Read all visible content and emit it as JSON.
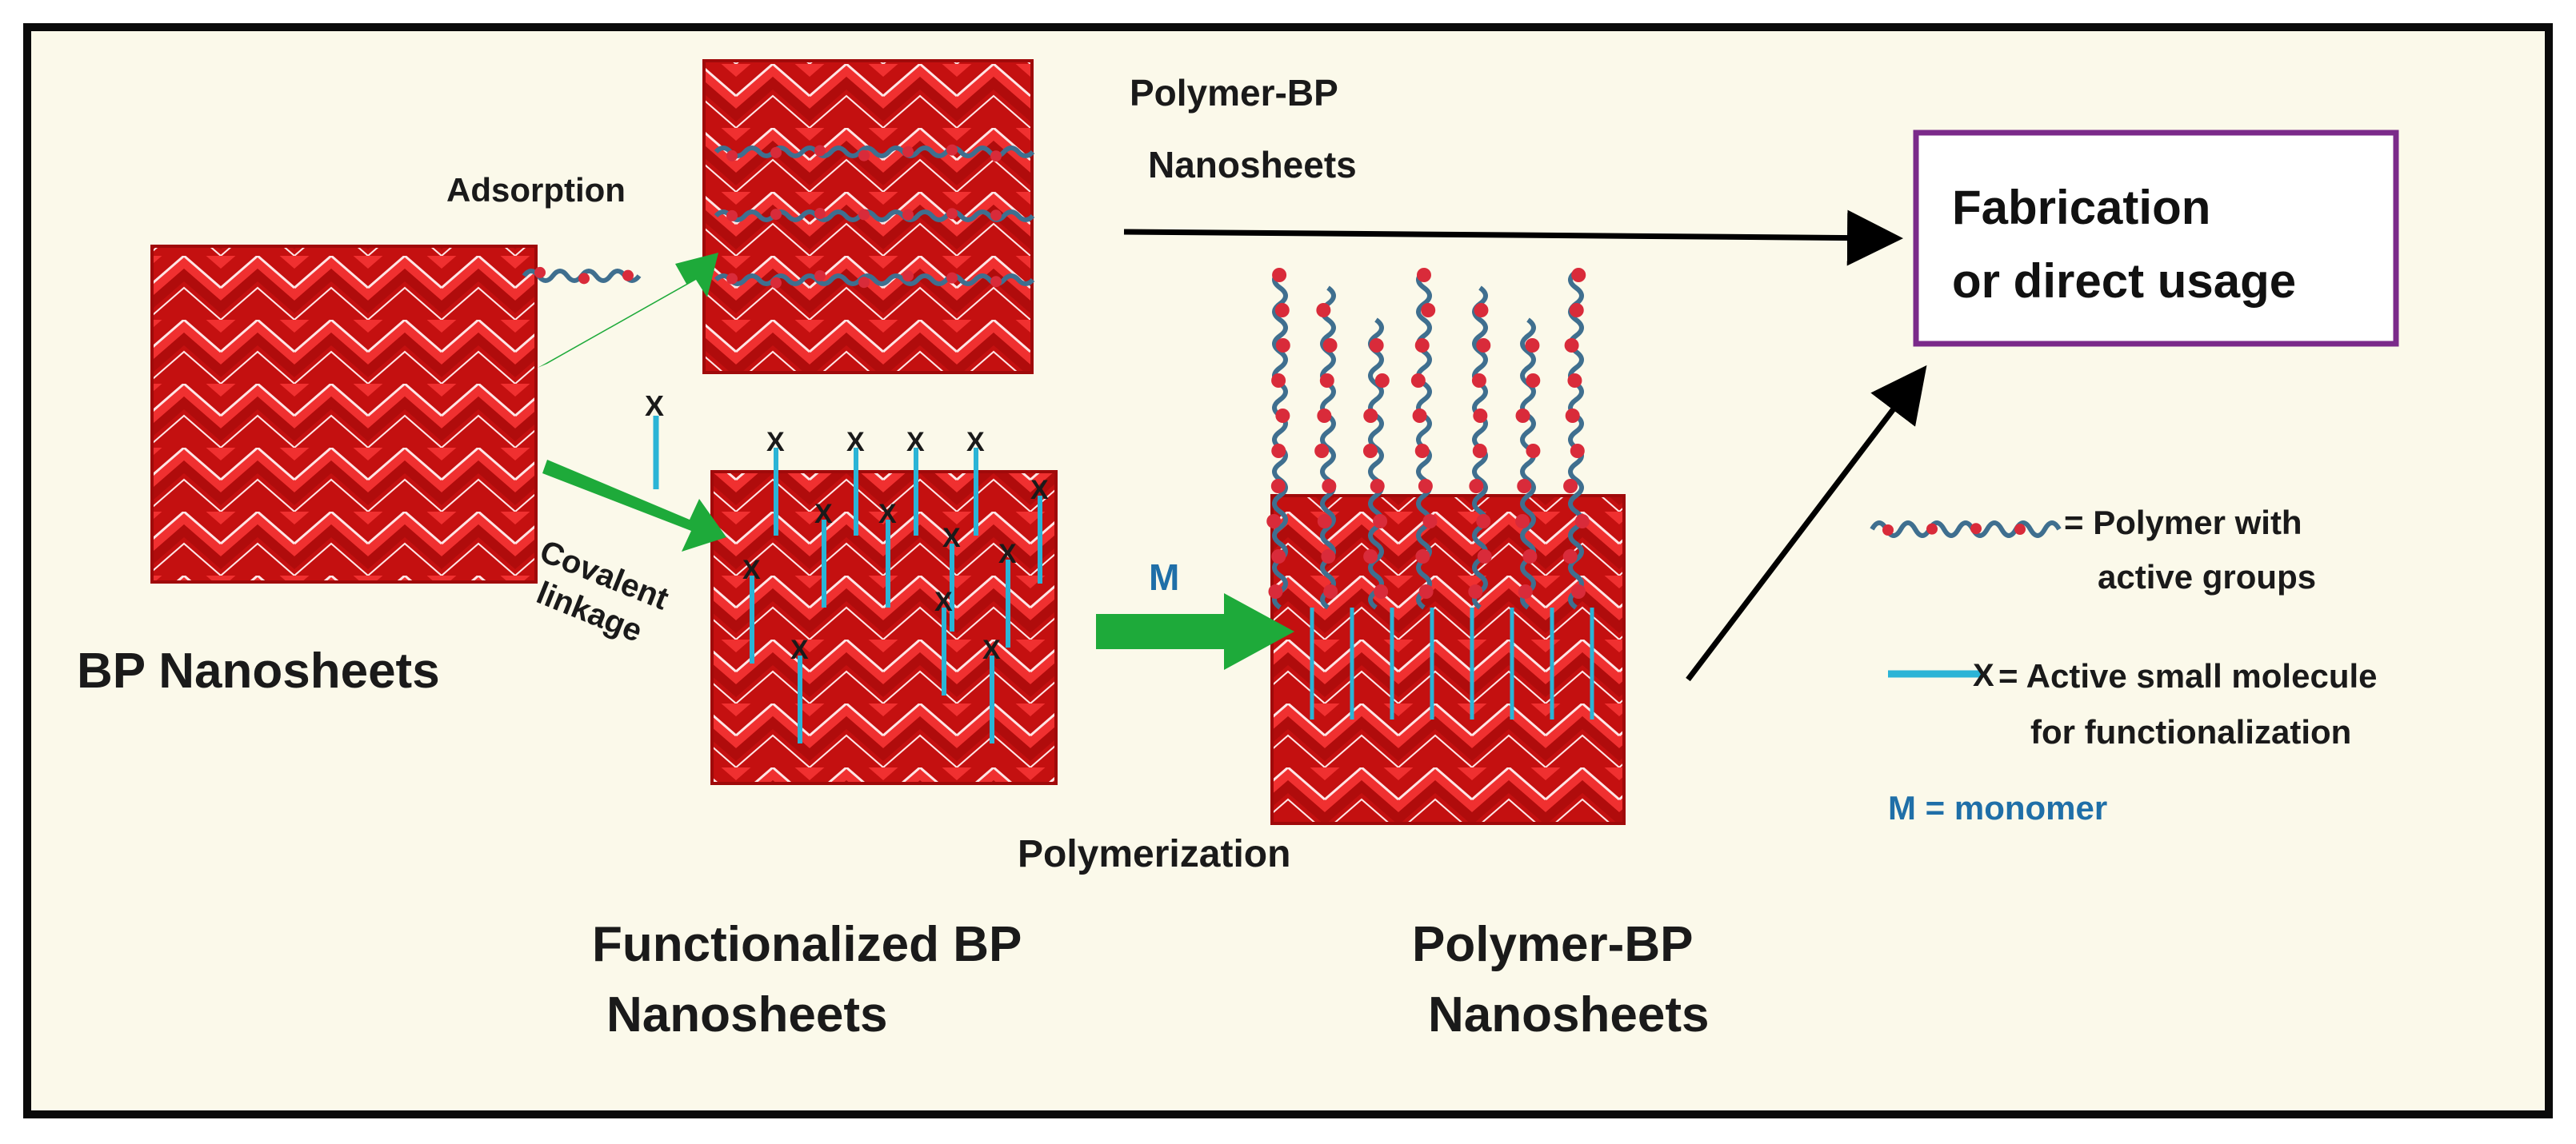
{
  "labels": {
    "adsorption": "Adsorption",
    "polymer_bp_top_line1": "Polymer-BP",
    "polymer_bp_top_line2": "Nanosheets",
    "covalent_line1": "Covalent",
    "covalent_line2": "linkage",
    "bp_nanosheets": "BP Nanosheets",
    "m_arrow": "M",
    "polymerization": "Polymerization",
    "functionalized_line1": "Functionalized BP",
    "functionalized_line2": "Nanosheets",
    "polymer_bp_bottom_line1": "Polymer-BP",
    "polymer_bp_bottom_line2": "Nanosheets",
    "fabrication_line1": "Fabrication",
    "fabrication_line2": "or direct usage",
    "x_mark": "X"
  },
  "legend": {
    "polymer_line1": "= Polymer with",
    "polymer_line2": "active groups",
    "molecule_line1": "= Active small molecule",
    "molecule_line2": "for functionalization",
    "monomer": "M = monomer"
  },
  "colors": {
    "bp_red": "#e01818",
    "bp_dark": "#9c0a0a",
    "arrow_green": "#1eaa3a",
    "linker_blue": "#2bb4d6",
    "polymer_red": "#d92b3a",
    "polymer_chain": "#3f6f8f",
    "box_border": "#7b2a8a"
  }
}
